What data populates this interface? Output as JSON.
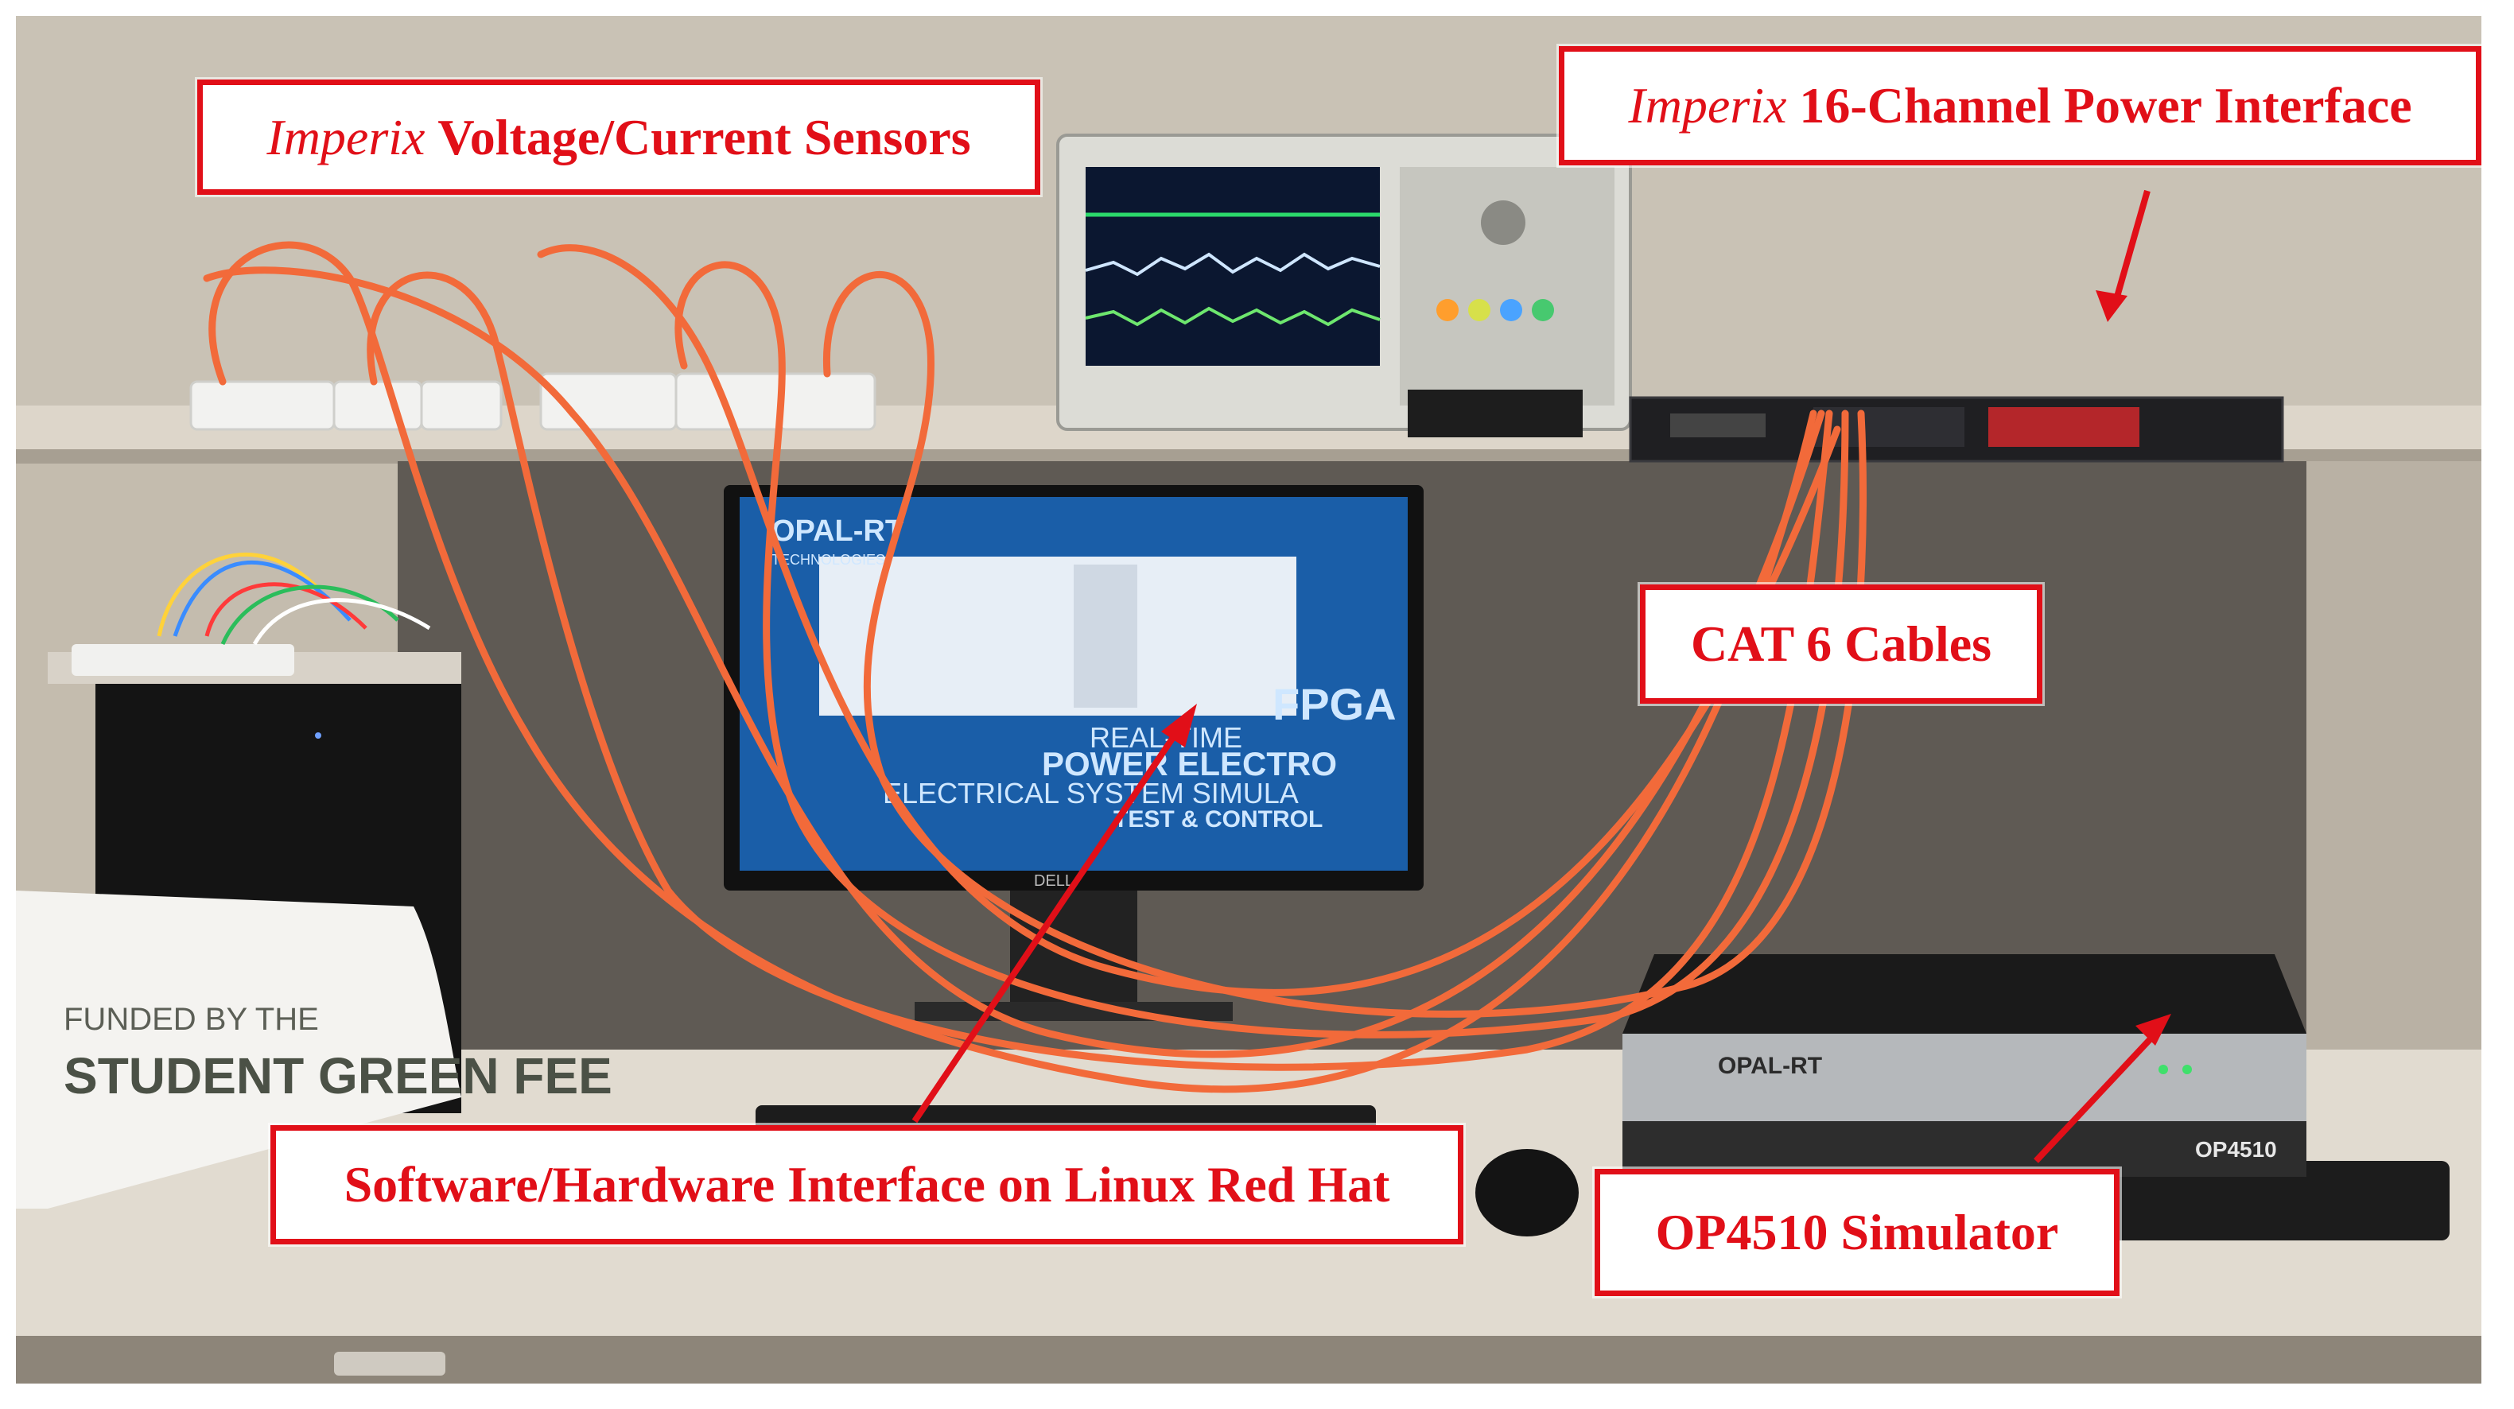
{
  "labels": {
    "sensors": {
      "italic": "Imperix",
      "text": "Voltage/Current Sensors"
    },
    "power_interface": {
      "italic": "Imperix",
      "text": "16-Channel Power Interface"
    },
    "cables": {
      "text": "CAT 6 Cables"
    },
    "software": {
      "text": "Software/Hardware Interface on Linux Red Hat"
    },
    "simulator": {
      "text": "OP4510 Simulator"
    }
  },
  "scene_text": {
    "monitor_logo": "OPAL-RT",
    "monitor_logo_sub": "TECHNOLOGIES",
    "monitor_bg_lines": [
      "REAL-TIME",
      "POWER ELECTRO",
      "ELECTRICAL SYSTEM SIMULA",
      "TEST & CONTROL"
    ],
    "monitor_fpga": "FPGA",
    "monitor_brand": "DELL",
    "sign_line1": "FUNDED BY THE",
    "sign_line2": "STUDENT GREEN FEE",
    "simulator_logo": "OPAL-RT",
    "simulator_model": "OP4510"
  },
  "colors": {
    "annotation_red": "#e10f18",
    "cable_orange": "#f26a3a",
    "desk": "#d9d2c6",
    "wall": "#b8b0a2",
    "screen_blue": "#1a5ea8"
  }
}
